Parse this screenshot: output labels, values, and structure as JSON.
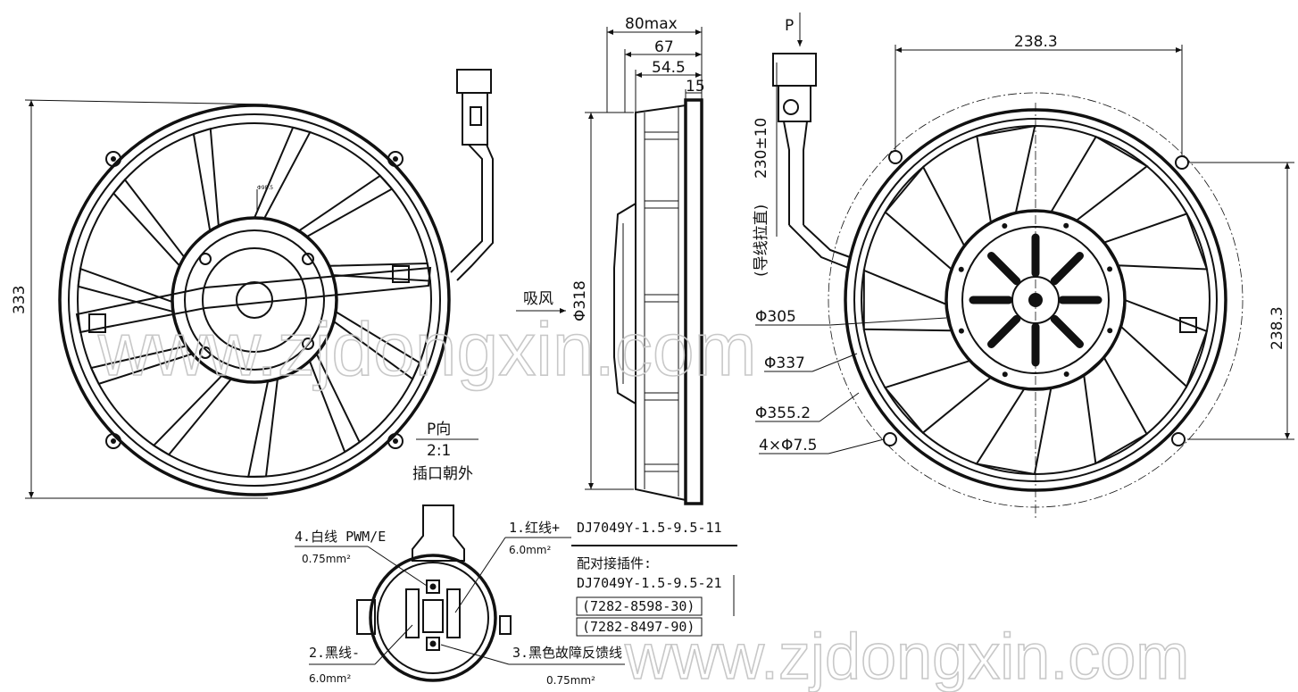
{
  "dimensions": {
    "height_333": "333",
    "depth_max": "80max",
    "depth_67": "67",
    "depth_545": "54.5",
    "depth_15": "15",
    "dia_318": "Φ318",
    "span_2383_h": "238.3",
    "span_2383_v": "238.3",
    "dia_305": "Φ305",
    "dia_337": "Φ337",
    "dia_3552": "Φ355.2",
    "holes": "4×Φ7.5",
    "wire_length": "230±10",
    "wire_note": "(导线拉直)",
    "hub_dia": "Φ98.5"
  },
  "labels": {
    "p_arrow": "P",
    "airflow": "吸风",
    "view_title": "P向",
    "view_scale": "2:1",
    "view_note": "插口朝外"
  },
  "connector": {
    "pin1": "1.红线+",
    "pin1_gauge": "6.0mm²",
    "pin2": "2.黑线-",
    "pin2_gauge": "6.0mm²",
    "pin3": "3.黑色故障反馈线",
    "pin3_gauge": "0.75mm²",
    "pin4": "4.白线 PWM/E",
    "pin4_gauge": "0.75mm²"
  },
  "parts": {
    "connector_pn": "DJ7049Y-1.5-9.5-11",
    "mating_title": "配对接插件:",
    "mating_pn": "DJ7049Y-1.5-9.5-21",
    "seal1": "(7282-8598-30)",
    "seal2": "(7282-8497-90)"
  },
  "watermark": "www.zjdongxin.com"
}
